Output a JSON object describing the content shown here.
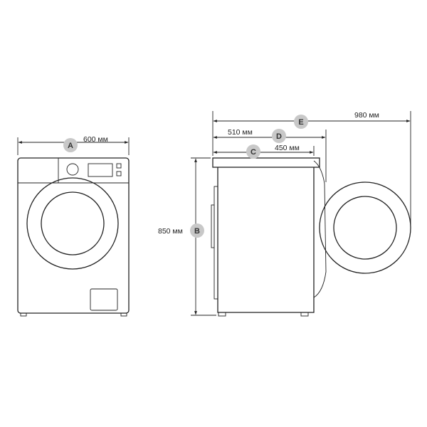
{
  "colors": {
    "line": "#222222",
    "badge_fill": "#c8c8c8",
    "badge_text": "#333333",
    "background": "#ffffff"
  },
  "dimensions": {
    "A": {
      "letter": "A",
      "value": "600 мм"
    },
    "B": {
      "letter": "B",
      "value": "850 мм"
    },
    "C": {
      "letter": "C",
      "value": "450 мм"
    },
    "D": {
      "letter": "D",
      "value": "510 мм"
    },
    "E": {
      "letter": "E",
      "value": "980 мм"
    }
  }
}
